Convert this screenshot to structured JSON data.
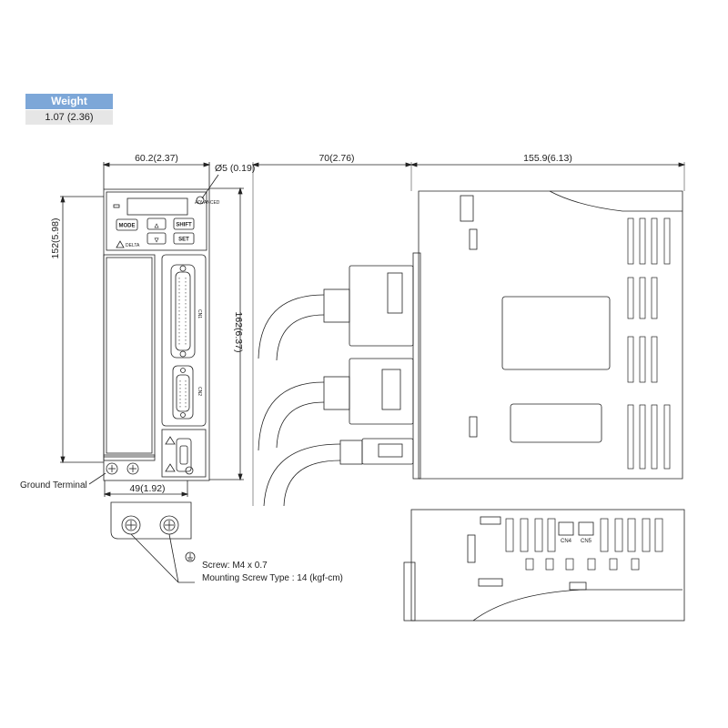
{
  "weight": {
    "header": "Weight",
    "value": "1.07 (2.36)"
  },
  "dimensions": {
    "width_top": "60.2(2.37)",
    "hole": "Ø5 (0.19)",
    "height_left": "152(5.98)",
    "height_inner": "162(6.37)",
    "width_bottom": "49(1.92)",
    "depth_connector": "70(2.76)",
    "depth_body": "155.9(6.13)"
  },
  "labels": {
    "ground_terminal": "Ground Terminal",
    "screw": "Screw: M4 x 0.7",
    "mounting": "Mounting Screw Type : 14 (kgf-cm)",
    "cn4": "CN4",
    "cn5": "CN5"
  },
  "panel": {
    "mode": "MODE",
    "shift": "SHIFT",
    "set": "SET",
    "up": "△",
    "down": "▽",
    "brand": "DELTA"
  }
}
